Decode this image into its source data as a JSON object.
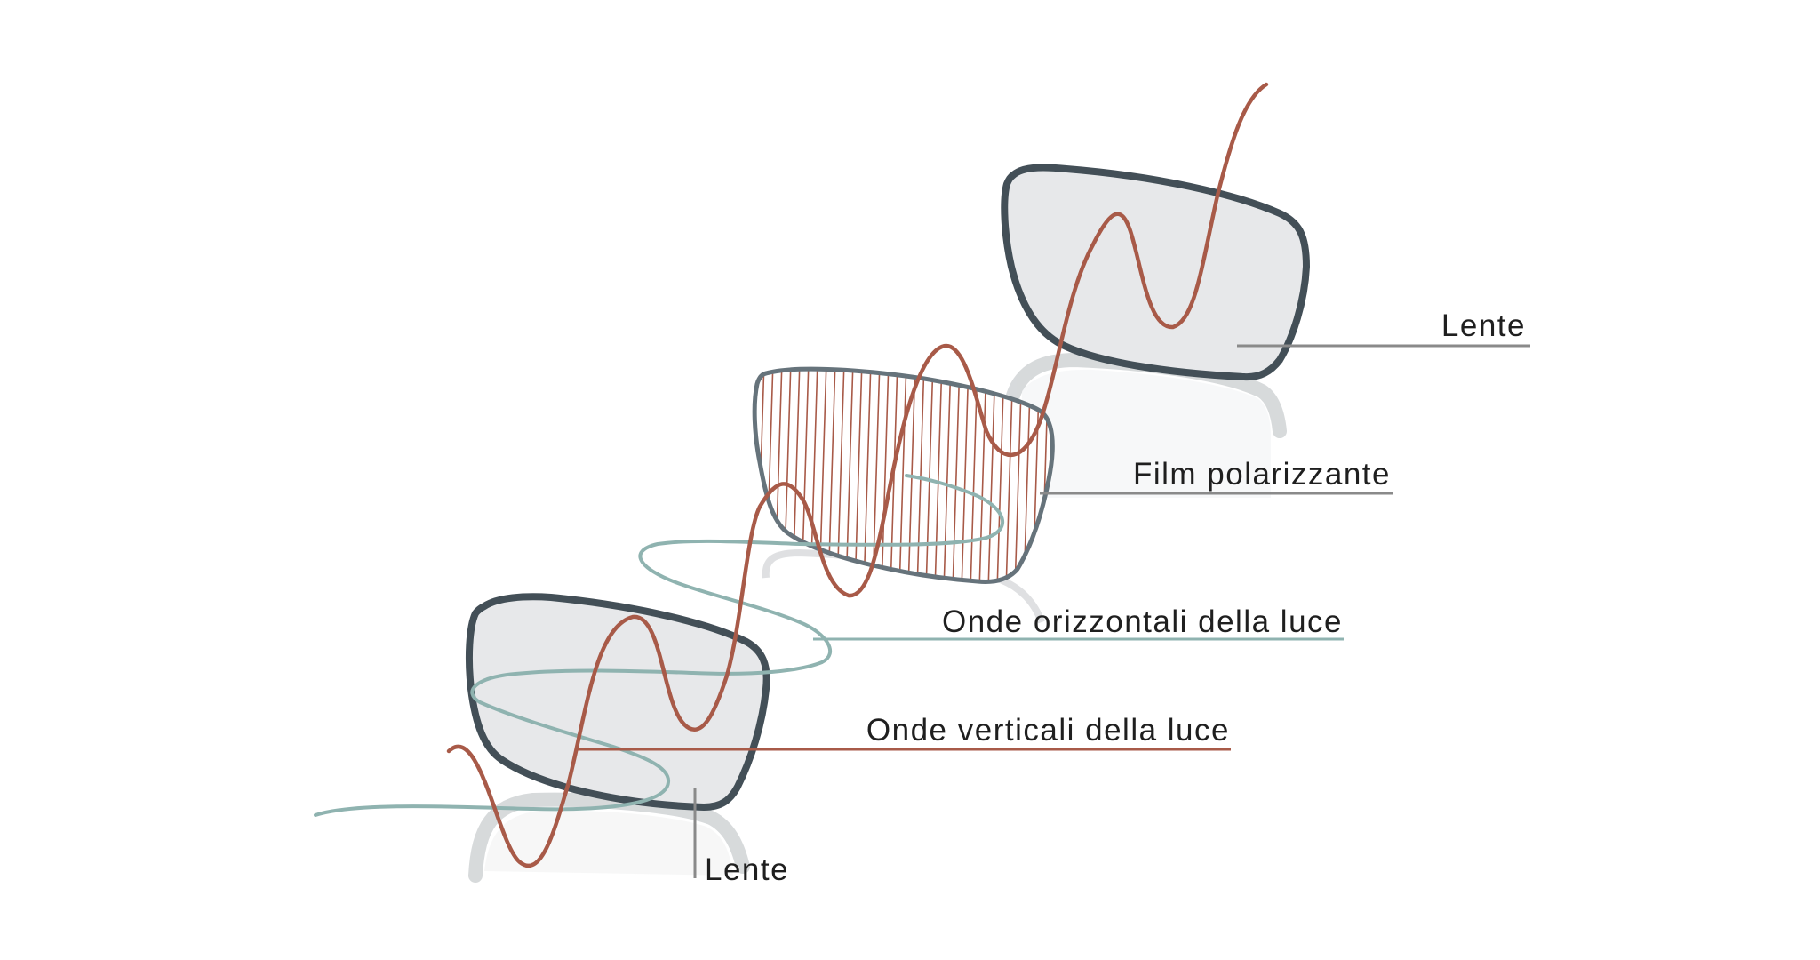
{
  "labels": {
    "lens_back": "Lente",
    "polarizing_film": "Film polarizzante",
    "horizontal_waves": "Onde orizzontali della luce",
    "vertical_waves": "Onde verticali della luce",
    "lens_front": "Lente"
  },
  "colors": {
    "vertical_wave": "#a85a48",
    "horizontal_wave": "#8fb3b0",
    "lens_frame": "#434f57",
    "lens_fill": "#e7e8ea",
    "film_frame": "#66737b",
    "film_lines": "#a85a48",
    "leader_gray": "#8a8a8a",
    "leader_teal": "#8fb3b0",
    "leader_red": "#a85a48"
  }
}
